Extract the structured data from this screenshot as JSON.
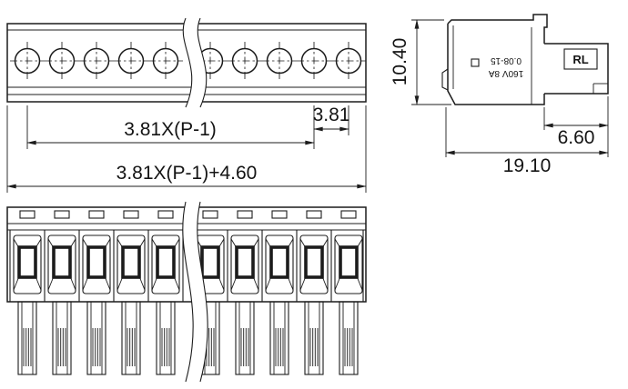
{
  "drawing": {
    "dims": {
      "pitch_span": "3.81X(P-1)",
      "pitch": "3.81",
      "total_width": "3.81X(P-1)+4.60",
      "height": "10.40",
      "plug_depth": "6.60",
      "total_depth": "19.10"
    },
    "markings": {
      "rating": "160V 8A",
      "wire_range": "0.08-15",
      "series_label": "RL"
    },
    "colors": {
      "line": "#1c1c1c",
      "background": "#ffffff"
    }
  }
}
